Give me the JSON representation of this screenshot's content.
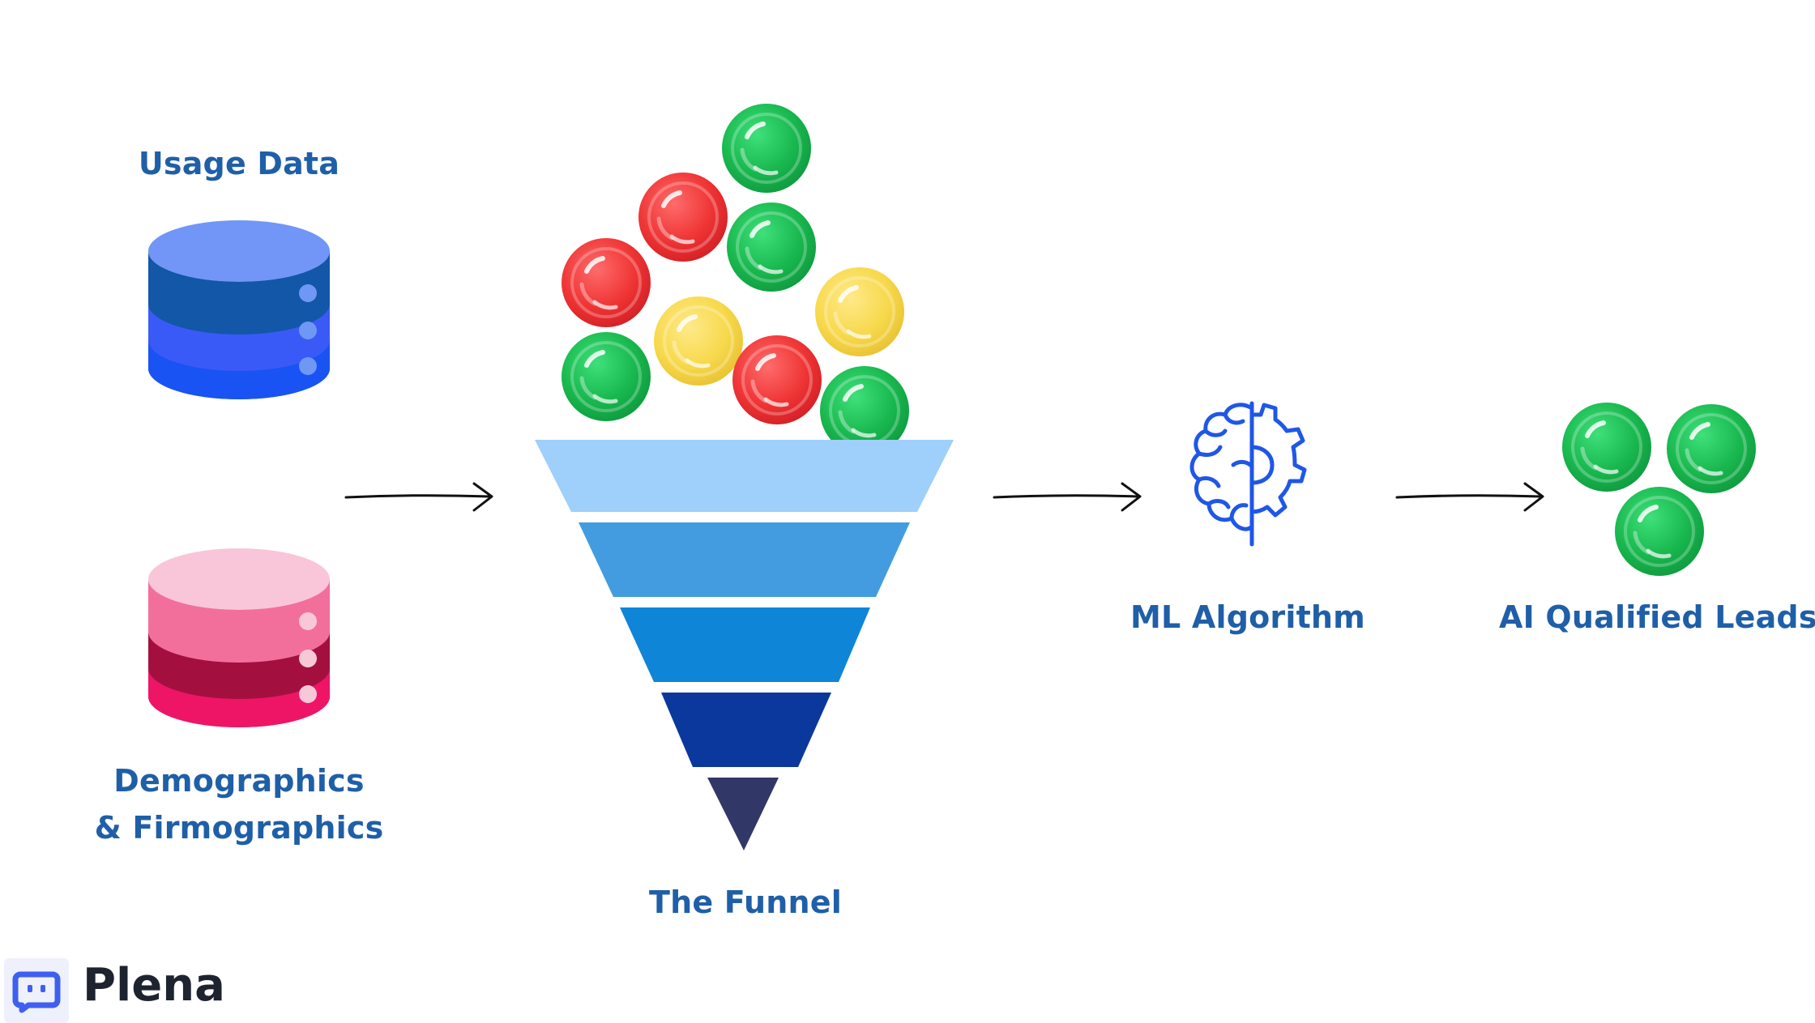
{
  "labels": {
    "usage_data": "Usage Data",
    "demographics_line1": "Demographics",
    "demographics_line2": "& Firmographics",
    "funnel": "The Funnel",
    "ml_algorithm": "ML Algorithm",
    "ai_qualified_leads": "AI Qualified Leads"
  },
  "brand": {
    "name": "Plena",
    "logo_icon": "chat-robot-icon"
  },
  "icons": {
    "database_blue": "database-icon",
    "database_pink": "database-icon",
    "arrow": "arrow-right-icon",
    "ml": "brain-gear-icon",
    "balls": "ball-icon"
  },
  "colors": {
    "label": "#1f5fa8",
    "ball_green": "#1cbf55",
    "ball_red": "#f23a3a",
    "ball_yellow": "#f7d94c",
    "funnel": [
      "#9fcffb",
      "#439cdf",
      "#0f85d8",
      "#0b389c",
      "#313766"
    ],
    "db_blue": [
      "#7196f7",
      "#1357a8",
      "#3a5af7",
      "#1953f3"
    ],
    "db_pink": [
      "#f8c6d8",
      "#f26f9c",
      "#a3103f",
      "#ee1566"
    ],
    "ml_icon": "#1f57e6"
  },
  "balls": {
    "funnel_colors": [
      "green",
      "red",
      "green",
      "red",
      "yellow",
      "yellow",
      "green",
      "red",
      "green"
    ],
    "lead_colors": [
      "green",
      "green",
      "green"
    ]
  }
}
